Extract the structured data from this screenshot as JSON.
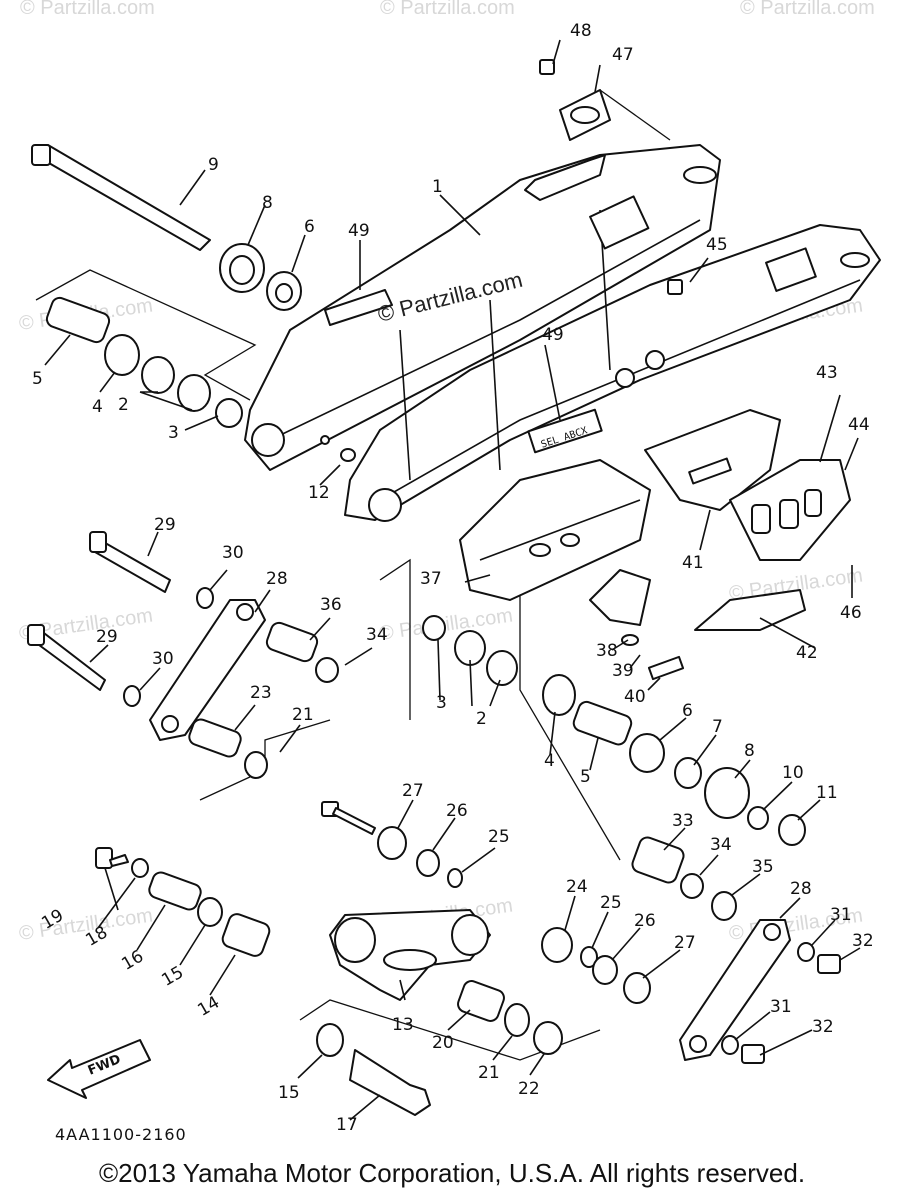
{
  "watermarks": {
    "main": "© Partzilla.com",
    "faint": "© Partzilla.com"
  },
  "labels": {
    "p1": "1",
    "p2a": "2",
    "p2b": "2",
    "p3a": "3",
    "p3b": "3",
    "p4a": "4",
    "p4b": "4",
    "p5a": "5",
    "p5b": "5",
    "p6a": "6",
    "p6b": "6",
    "p7": "7",
    "p8a": "8",
    "p8b": "8",
    "p9": "9",
    "p10": "10",
    "p11": "11",
    "p12": "12",
    "p13": "13",
    "p14": "14",
    "p15a": "15",
    "p15b": "15",
    "p16": "16",
    "p17": "17",
    "p18": "18",
    "p19": "19",
    "p20": "20",
    "p21a": "21",
    "p21b": "21",
    "p22": "22",
    "p23": "23",
    "p24": "24",
    "p25a": "25",
    "p25b": "25",
    "p26a": "26",
    "p26b": "26",
    "p27a": "27",
    "p27b": "27",
    "p28a": "28",
    "p28b": "28",
    "p29a": "29",
    "p29b": "29",
    "p30a": "30",
    "p30b": "30",
    "p31a": "31",
    "p31b": "31",
    "p32a": "32",
    "p32b": "32",
    "p33": "33",
    "p34a": "34",
    "p34b": "34",
    "p35": "35",
    "p36": "36",
    "p37": "37",
    "p38": "38",
    "p39": "39",
    "p40": "40",
    "p41": "41",
    "p42": "42",
    "p43": "43",
    "p44": "44",
    "p45": "45",
    "p46": "46",
    "p47": "47",
    "p48": "48",
    "p49a": "49",
    "p49b": "49"
  },
  "sticker_text": "SEL ABCX",
  "fwd_arrow": "FWD",
  "diagram_code": "4AA1100-2160",
  "copyright": "©2013 Yamaha Motor Corporation, U.S.A. All rights reserved."
}
